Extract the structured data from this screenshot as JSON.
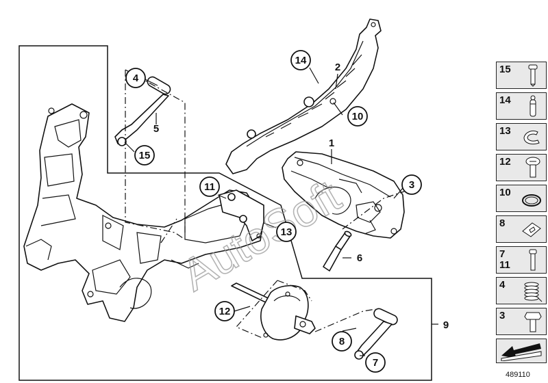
{
  "callouts": {
    "c1": "1",
    "c2": "2",
    "c3": "3",
    "c4": "4",
    "c5": "5",
    "c6": "6",
    "c7": "7",
    "c8": "8",
    "c9": "9",
    "c10": "10",
    "c11": "11",
    "c12": "12",
    "c13": "13",
    "c14": "14",
    "c15": "15"
  },
  "watermark": "AutoSoft",
  "legend": [
    {
      "label": "15",
      "icon": "bolt-icon"
    },
    {
      "label": "14",
      "icon": "pin-icon"
    },
    {
      "label": "13",
      "icon": "clip-icon"
    },
    {
      "label": "12",
      "icon": "screw-icon"
    },
    {
      "label": "10",
      "icon": "circlip-icon"
    },
    {
      "label": "8",
      "icon": "plate-icon"
    },
    {
      "label": "7\n11",
      "icon": "rivet-icon"
    },
    {
      "label": "4",
      "icon": "spring-icon"
    },
    {
      "label": "3",
      "icon": "hex-bolt-icon"
    }
  ],
  "legend_arrow_icon": "arrow-icon",
  "diagram_number": "489110"
}
